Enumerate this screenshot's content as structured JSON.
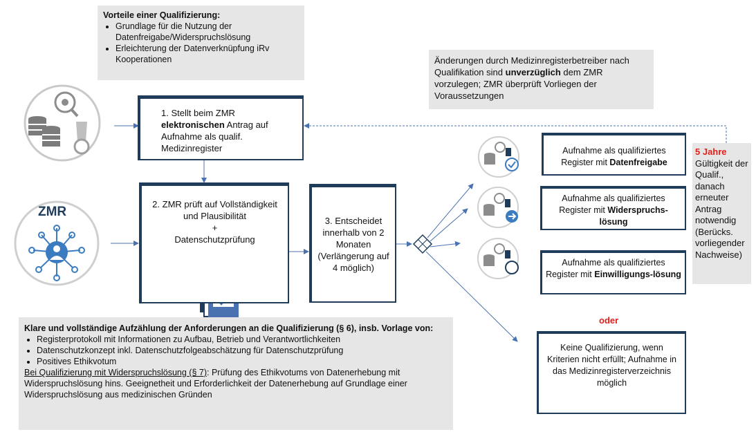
{
  "vorteile": {
    "heading": "Vorteile einer Qualifizierung:",
    "items": [
      "Grundlage für die Nutzung der Datenfreigabe/Widerspruchslösung",
      "Erleichterung der Datenverknüpfung iRv Kooperationen"
    ]
  },
  "aenderungen": {
    "text_a": "Änderungen durch Medizinregisterbetreiber nach Qualifikation sind ",
    "bold": "unverzüglich",
    "text_b": " dem ZMR vorzulegen; ZMR überprüft Vorliegen der Voraussetzungen"
  },
  "step1": {
    "a": "1. Stellt beim ZMR",
    "bold": "elektronischen",
    "b": " Antrag auf Aufnahme als qualif. Medizinregister"
  },
  "step2": {
    "line1": "2. ZMR prüft auf Vollständigkeit und Plausibilität",
    "plus": "+",
    "line2": "Datenschutzprüfung"
  },
  "step3": {
    "text": "3. Entscheidet innerhalb von 2 Monaten (Verlängerung auf 4 möglich)"
  },
  "zmr_label": "ZMR",
  "registers": [
    {
      "a": "Aufnahme als qualifiziertes Register mit ",
      "bold": "Datenfreigabe"
    },
    {
      "a": "Aufnahme als qualifiziertes Register mit  ",
      "bold": "Widerspruchs-lösung"
    },
    {
      "a": "Aufnahme als qualifiziertes Register mit  ",
      "bold": "Einwilligungs-lösung"
    }
  ],
  "oder": "oder",
  "keine": "Keine Qualifizierung, wenn Kriterien nicht erfüllt; Aufnahme in das Medizinregisterverzeichnis möglich",
  "jahre": {
    "red": "5 Jahre",
    "text": "Gültigkeit der Qualif., danach erneuter Antrag notwendig (Berücks. vorliegender Nachweise)"
  },
  "anforderungen": {
    "heading": "Klare und vollständige Aufzählung der Anforderungen an die Qualifizierung (§ 6), insb. Vorlage von:",
    "items": [
      "Registerprotokoll mit Informationen zu Aufbau, Betrieb und Verantwortlichkeiten",
      "Datenschutzkonzept inkl. Datenschutzfolgeabschätzung für Datenschutzprüfung",
      "Positives Ethikvotum"
    ],
    "underline": "Bei Qualifizierung mit Widerspruchslösung (§ 7)",
    "rest": ": Prüfung des Ethikvotums von Datenerhebung mit Widerspruchslösung hins. Geeignetheit und Erforderlichkeit der Datenerhebung auf Grundlage einer Widerspruchslösung aus medizinischen Gründen"
  },
  "colors": {
    "navy": "#1f3c5a",
    "arrow": "#4a72b0",
    "red": "#e0201b",
    "gray": "#e6e6e6"
  }
}
